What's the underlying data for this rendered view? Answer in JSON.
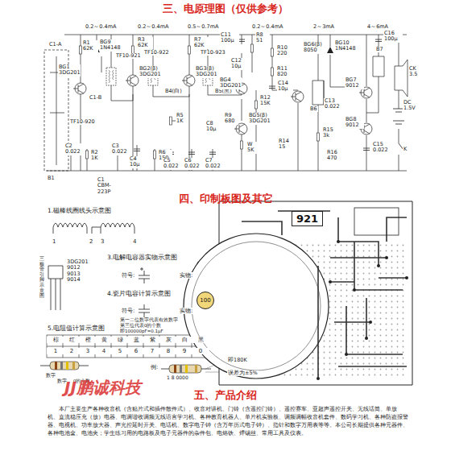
{
  "diagram": {
    "title": "三、电原理图（仅供参考）",
    "nodes": [
      {
        "text": [
          "921"
        ]
      },
      {
        "text": [
          "100"
        ]
      }
    ],
    "labels": [
      "0.2～0.4mA",
      "0.2～0.4mA",
      "0.5～0.7mA",
      "0.2～0.4mA",
      "2～3mA",
      "4～6mA",
      "R1 62K",
      "BG9 1N4148",
      "BG1 3DG201",
      "TF10-921",
      "TF10-920",
      "R3 62K",
      "TF10-922",
      "BG2(β) 3DG201",
      "B4(白)",
      "R7 62K",
      "TF10-923",
      "BG3(β) 3DG201",
      "B5(黑)",
      "C11 100μ",
      "R8 51",
      "C12 10μ",
      "BG4 3DG201",
      "R10 220",
      "R11 820",
      "R12 15K",
      "C14 10μ",
      "BG6(β) 8050",
      "B6",
      "BG10 1N4148",
      "C16 100μ",
      "B7",
      "BG7 9012",
      "BG8 9012",
      "CK 3.5",
      "DC 1.5V",
      "K",
      "C13 0.022",
      "C15 0.022",
      "R15 3k",
      "R16 470",
      "R14 15",
      "BG5(β) 3DG201",
      "R9 680",
      "W 5K",
      "C8 10μ",
      "C2 0.022",
      "R2 1K",
      "C3 0.022",
      "C4 10μ",
      "R6 150",
      "C5 0.022",
      "C6 0.022",
      "C7 0.022",
      "R5 1K",
      "C1-A",
      "B1",
      "C1-B",
      "C1 CBM-223P",
      "四、印制板图及其它",
      "1.磁棒线圈线头示意图",
      "1",
      "2",
      "3",
      "4",
      "三极管引脚示意图",
      "3DG201 9012 9013 9014",
      "3.电解电容器实物示意图",
      "符号:",
      "实物:",
      "4.瓷片电容计算示意图",
      "符号:",
      "实物:",
      "第一二位数字代表有效数字",
      "第三位代表0的个数",
      "即100000pF=0.1μF",
      "5.电阻值计算示意图",
      "棕",
      "红",
      "橙",
      "黄",
      "绿",
      "蓝",
      "紫",
      "灰",
      "白",
      "黑",
      "1",
      "2",
      "3",
      "4",
      "5",
      "6",
      "7",
      "8",
      "9",
      "0",
      "例:",
      "数字",
      "数字",
      "0的个数",
      "1 8 0000",
      "即180K",
      "误差为±5%",
      "JJ鹏诚科技",
      "五、产品介绍",
      "本厂主要生产各种收音机（含贴片式和插件散件式）、收音对讲机、门铃（含遥控门铃）、遥控赛车、亚超声遥控开关、无线话筒、单放机、直流稳压充（放）电器、电调谐收调频无线语言学习机、各种教育机器人、单片机实验板、调频调幅收音机套件、数码学习机、各种防盗报警器、电视机、功率放大器、声光控延时开关、电话机、数字电子钟（含万年历式电子钟）、指针和数字万用表等等。本公司长期提供各种元器件、各种电池盒、电池夹；学生练习用的电路板及电子元器件的杂件包、电烙铁、焊锡丝、常用工具及仪表。"
    ]
  }
}
